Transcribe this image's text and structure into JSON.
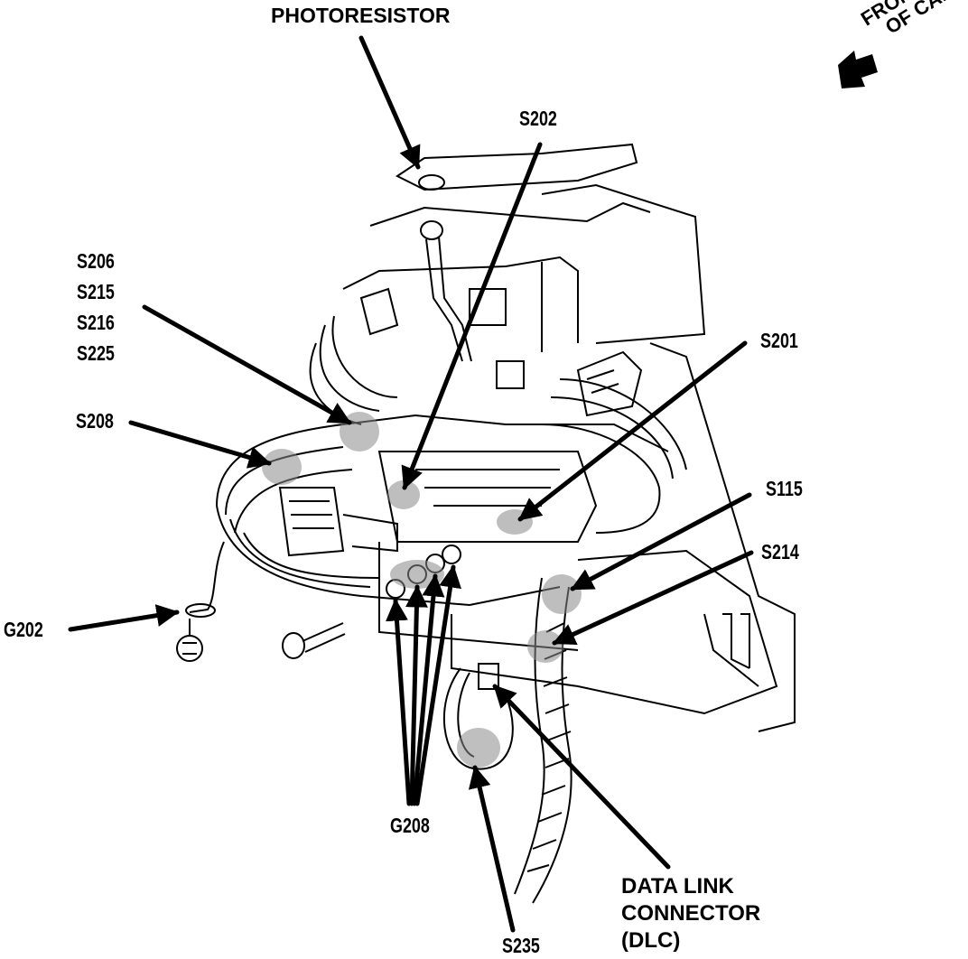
{
  "labels": {
    "photoresistor": "PHOTORESISTOR",
    "front_line1": "FRONT",
    "front_line2": "OF CAR",
    "s202": "S202",
    "s206_group": [
      "S206",
      "S215",
      "S216",
      "S225"
    ],
    "s201": "S201",
    "s208": "S208",
    "s115": "S115",
    "s214": "S214",
    "g202": "G202",
    "g208": "G208",
    "dlc_line1": "DATA LINK",
    "dlc_line2": "CONNECTOR",
    "dlc_line3": "(DLC)",
    "s235": "S235"
  },
  "colors": {
    "ink": "#000000",
    "shade": "#8a8a8a",
    "paper": "#ffffff"
  }
}
